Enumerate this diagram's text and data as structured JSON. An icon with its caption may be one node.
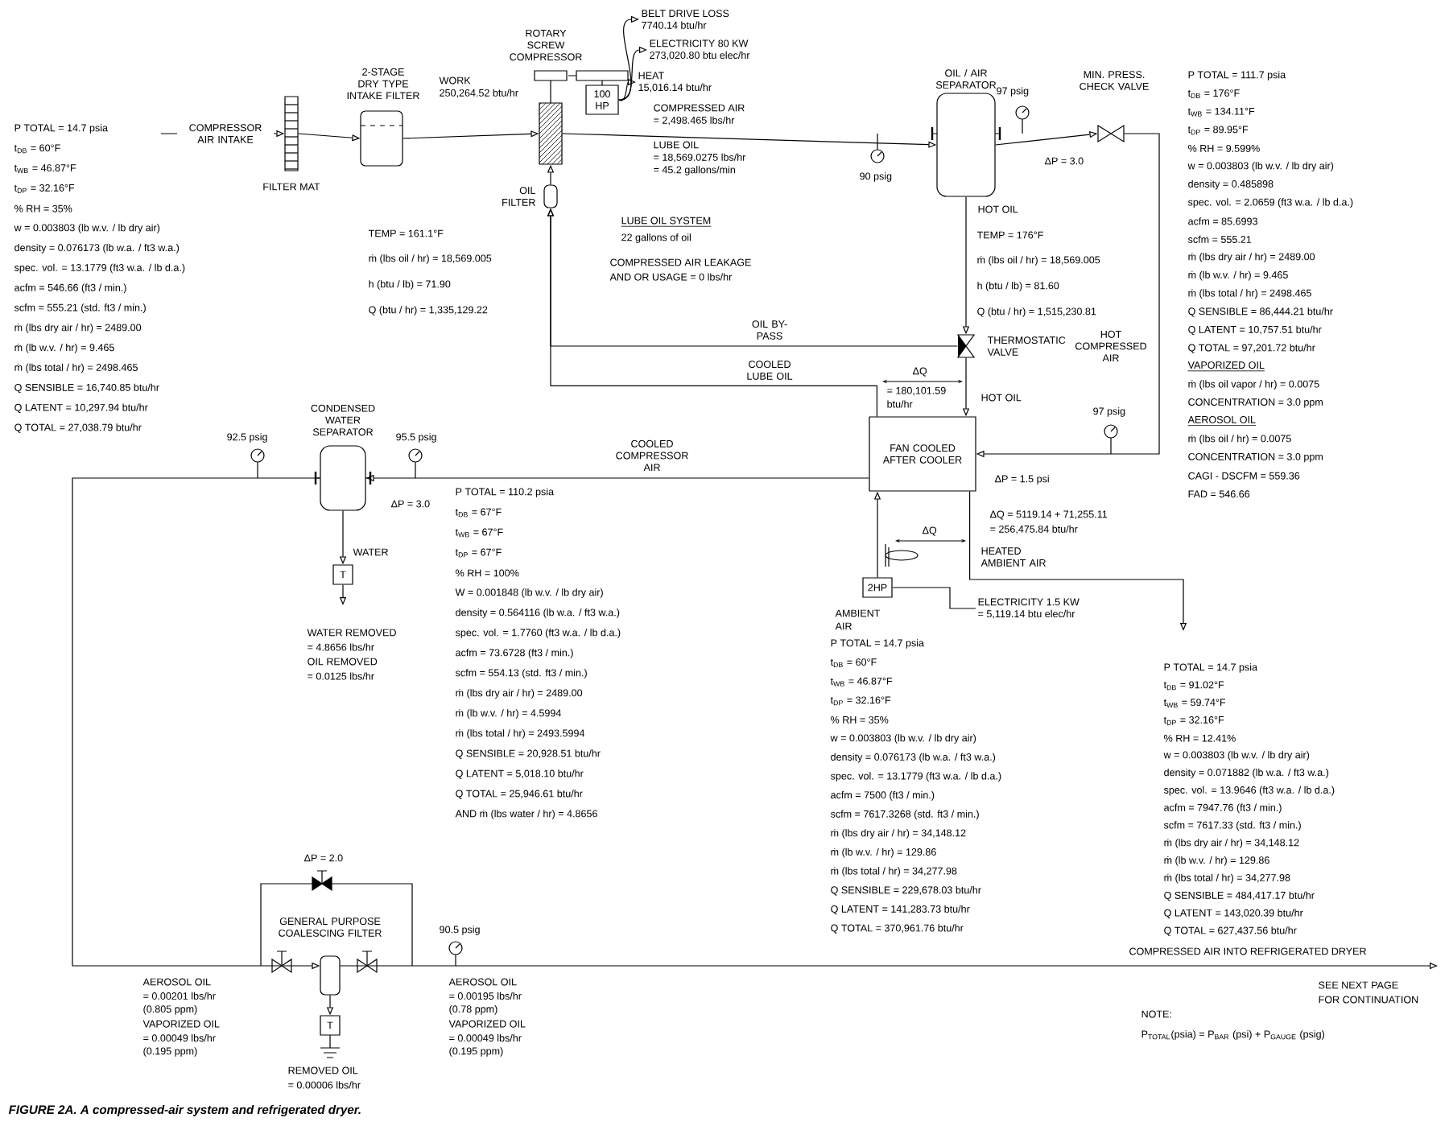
{
  "diagram": {
    "caption": "FIGURE 2A. A compressed-air system and refrigerated dryer.",
    "nodes": [
      {
        "text": [
          "FILTER MAT"
        ]
      },
      {
        "text": [
          "2-STAGE DRY TYPE INTAKE FILTER"
        ]
      },
      {
        "text": [
          "ROTARY SCREW COMPRESSOR"
        ]
      },
      {
        "text": [
          "100 HP"
        ]
      },
      {
        "text": [
          "OIL FILTER"
        ]
      },
      {
        "text": [
          "OIL / AIR SEPARATOR"
        ]
      },
      {
        "text": [
          "MIN. PRESS. CHECK VALVE"
        ]
      },
      {
        "text": [
          "THERMOSTATIC VALVE"
        ]
      },
      {
        "text": [
          "FAN COOLED AFTER COOLER"
        ]
      },
      {
        "text": [
          "2HP"
        ]
      },
      {
        "text": [
          "CONDENSED WATER SEPARATOR"
        ]
      },
      {
        "text": [
          "T"
        ]
      },
      {
        "text": [
          "GENERAL PURPOSE COALESCING FILTER"
        ]
      },
      {
        "text": [
          "T"
        ]
      },
      {
        "text": [
          "BELT DRIVE LOSS",
          "7740.14 btu/hr"
        ]
      },
      {
        "text": [
          "ELECTRICITY 80 KW",
          "273,020.80 btu elec/hr"
        ]
      },
      {
        "text": [
          "HEAT",
          "15,016.14 btu/hr"
        ]
      },
      {
        "text": [
          "ELECTRICITY 1.5 KW",
          "= 5,119.14 btu elec/hr"
        ]
      }
    ],
    "edges": [
      {
        "from": null,
        "to": 0,
        "arrow": "to",
        "label": "COMPRESSOR AIR INTAKE"
      },
      {
        "from": 0,
        "to": 1,
        "arrow": "to"
      },
      {
        "from": 1,
        "to": 2,
        "arrow": "to"
      },
      {
        "from": 2,
        "to": 5,
        "arrow": "to"
      },
      {
        "from": 5,
        "to": 6,
        "arrow": "to"
      },
      {
        "from": 6,
        "to": 8,
        "arrow": "to",
        "label": "HOT COMPRESSED AIR"
      },
      {
        "from": 5,
        "to": 7,
        "arrow": "to",
        "label": "HOT OIL"
      },
      {
        "from": 7,
        "to": 8,
        "arrow": "to",
        "label": "HOT OIL"
      },
      {
        "from": 7,
        "to": 4,
        "arrow": "to",
        "label": "OIL BY-PASS"
      },
      {
        "from": 8,
        "to": 4,
        "arrow": "to",
        "label": "COOLED LUBE OIL"
      },
      {
        "from": 4,
        "to": 2,
        "arrow": "to"
      },
      {
        "from": 8,
        "to": 10,
        "arrow": "to",
        "label": "COOLED COMPRESSOR AIR"
      },
      {
        "from": 10,
        "to": 11,
        "arrow": "to",
        "label": "WATER"
      },
      {
        "from": 10,
        "to": 12,
        "arrow": "to"
      },
      {
        "from": 12,
        "to": 13,
        "arrow": "to"
      },
      {
        "from": 12,
        "to": null,
        "arrow": "to",
        "label": "COMPRESSED AIR INTO REFRIGERATED DRYER"
      },
      {
        "from": 9,
        "to": 8,
        "arrow": "to"
      },
      {
        "from": 8,
        "to": null,
        "arrow": "to",
        "label": "HEATED AMBIENT AIR"
      },
      {
        "from": 11,
        "to": null,
        "arrow": "to"
      },
      {
        "from": 3,
        "to": 14,
        "arrow": "to"
      },
      {
        "from": 3,
        "to": 15,
        "arrow": "to"
      },
      {
        "from": 3,
        "to": 16,
        "arrow": "to"
      },
      {
        "from": 9,
        "to": 17,
        "arrow": "none"
      }
    ],
    "labels": [
      "WORK",
      "250,264.52 btu/hr",
      "P TOTAL = 14.7 psia",
      "t$_{DB}$ = 60°F",
      "t$_{WB}$ = 46.87°F",
      "t$_{DP}$ = 32.16°F",
      "% RH = 35%",
      "w = 0.003803 (lb w.v. / lb dry air)",
      "density = 0.076173 (lb w.a. / ft3 w.a.)",
      "spec. vol. = 13.1779 (ft3 w.a. / lb d.a.)",
      "acfm = 546.66 (ft3 / min.)",
      "scfm = 555.21 (std. ft3 / min.)",
      "ṁ (lbs dry air / hr) = 2489.00",
      "ṁ (lb w.v. / hr) = 9.465",
      "ṁ (lbs total / hr) = 2498.465",
      "Q SENSIBLE = 16,740.85 btu/hr",
      "Q LATENT = 10,297.94 btu/hr",
      "Q TOTAL = 27,038.79 btu/hr",
      "COMPRESSED AIR",
      "= 2,498.465 lbs/hr",
      "LUBE OIL",
      "= 18,569.0275 lbs/hr",
      "= 45.2 gallons/min",
      "90 psig",
      "97 psig",
      "ΔP = 3.0",
      "P TOTAL = 111.7 psia",
      "t$_{DB}$ = 176°F",
      "t$_{WB}$ = 134.11°F",
      "t$_{DP}$ = 89.95°F",
      "% RH = 9.599%",
      "w = 0.003803 (lb w.v. / lb dry air)",
      "density = 0.485898",
      "spec. vol. = 2.0659 (ft3 w.a. / lb d.a.)",
      "acfm = 85.6993",
      "scfm = 555.21",
      "ṁ (lbs dry air / hr) = 2489.00",
      "ṁ (lb w.v. / hr) = 9.465",
      "ṁ (lbs total / hr) = 2498.465",
      "Q SENSIBLE = 86,444.21 btu/hr",
      "Q LATENT = 10,757.51 btu/hr",
      "Q TOTAL = 97,201.72 btu/hr",
      "VAPORIZED OIL",
      "ṁ (lbs oil vapor / hr) = 0.0075",
      "CONCENTRATION = 3.0 ppm",
      "AEROSOL OIL",
      "ṁ (lbs oil / hr) = 0.0075",
      "CONCENTRATION = 3.0 ppm",
      "CAGI - DSCFM = 559.36",
      "FAD = 546.66",
      "TEMP = 161.1°F",
      "ṁ (lbs oil / hr) = 18,569.005",
      "h (btu / lb) = 71.90",
      "Q (btu / hr) = 1,335,129.22",
      "LUBE OIL SYSTEM",
      "22 gallons of oil",
      "COMPRESSED AIR LEAKAGE",
      "AND OR USAGE = 0 lbs/hr",
      "TEMP = 176°F",
      "ṁ (lbs oil / hr) = 18,569.005",
      "h (btu / lb) = 81.60",
      "Q (btu / hr) = 1,515,230.81",
      "ΔQ",
      "= 180,101.59",
      "btu/hr",
      "97 psig",
      "ΔP = 1.5 psi",
      "ΔQ = 5119.14 + 71,255.11",
      "= 256,475.84 btu/hr",
      "ΔQ",
      "AMBIENT",
      "AIR",
      "P TOTAL = 14.7 psia",
      "t$_{DB}$ = 60°F",
      "t$_{WB}$ = 46.87°F",
      "t$_{DP}$ = 32.16°F",
      "% RH = 35%",
      "w = 0.003803 (lb w.v. / lb dry air)",
      "density = 0.076173 (lb w.a. / ft3 w.a.)",
      "spec. vol. = 13.1779 (ft3 w.a. / lb d.a.)",
      "acfm = 7500 (ft3 / min.)",
      "scfm = 7617.3268 (std. ft3 / min.)",
      "ṁ (lbs dry air / hr) = 34,148.12",
      "ṁ (lb w.v. / hr) = 129.86",
      "ṁ (lbs total / hr) = 34,277.98",
      "Q SENSIBLE = 229,678.03 btu/hr",
      "Q LATENT = 141,283.73 btu/hr",
      "Q TOTAL = 370,961.76 btu/hr",
      "P TOTAL = 14.7 psia",
      "t$_{DB}$ = 91.02°F",
      "t$_{WB}$ = 59.74°F",
      "t$_{DP}$ = 32.16°F",
      "% RH = 12.41%",
      "w = 0.003803 (lb w.v. / lb dry air)",
      "density = 0.071882 (lb w.a. / ft3 w.a.)",
      "spec. vol. = 13.9646 (ft3 w.a. / lb d.a.)",
      "acfm = 7947.76 (ft3 / min.)",
      "scfm = 7617.33 (std. ft3 / min.)",
      "ṁ (lbs dry air / hr) = 34,148.12",
      "ṁ (lb w.v. / hr) = 129.86",
      "ṁ (lbs total / hr) = 34,277.98",
      "Q SENSIBLE = 484,417.17 btu/hr",
      "Q LATENT = 143,020.39 btu/hr",
      "Q TOTAL = 627,437.56 btu/hr",
      "92.5 psig",
      "95.5 psig",
      "ΔP = 3.0",
      "P TOTAL = 110.2 psia",
      "t$_{DB}$ = 67°F",
      "t$_{WB}$ = 67°F",
      "t$_{DP}$ = 67°F",
      "% RH = 100%",
      "W = 0.001848 (lb w.v. / lb dry air)",
      "density = 0.564116 (lb w.a. / ft3 w.a.)",
      "spec. vol. = 1.7760 (ft3 w.a. / lb d.a.)",
      "acfm = 73.6728 (ft3 / min.)",
      "scfm = 554.13 (std. ft3 / min.)",
      "ṁ (lbs dry air / hr) = 2489.00",
      "ṁ (lb w.v. / hr) = 4.5994",
      "ṁ (lbs total / hr) = 2493.5994",
      "Q SENSIBLE = 20,928.51 btu/hr",
      "Q LATENT = 5,018.10 btu/hr",
      "Q TOTAL = 25,946.61 btu/hr",
      "AND ṁ (lbs water / hr) = 4.8656",
      "WATER REMOVED",
      "= 4.8656 lbs/hr",
      "OIL REMOVED",
      "= 0.0125 lbs/hr",
      "ΔP = 2.0",
      "90.5 psig",
      "AEROSOL OIL",
      "= 0.00201 lbs/hr",
      "(0.805 ppm)",
      "VAPORIZED OIL",
      "= 0.00049 lbs/hr",
      "(0.195 ppm)",
      "AEROSOL OIL",
      "= 0.00195 lbs/hr",
      "(0.78 ppm)",
      "VAPORIZED OIL",
      "= 0.00049 lbs/hr",
      "(0.195 ppm)",
      "REMOVED OIL",
      "= 0.00006 lbs/hr",
      "SEE NEXT PAGE",
      "FOR CONTINUATION",
      "NOTE:",
      "P$_{TOTAL}$(psia) = P$_{BAR}$ (psi) + P$_{GAUGE}$ (psig)"
    ]
  }
}
